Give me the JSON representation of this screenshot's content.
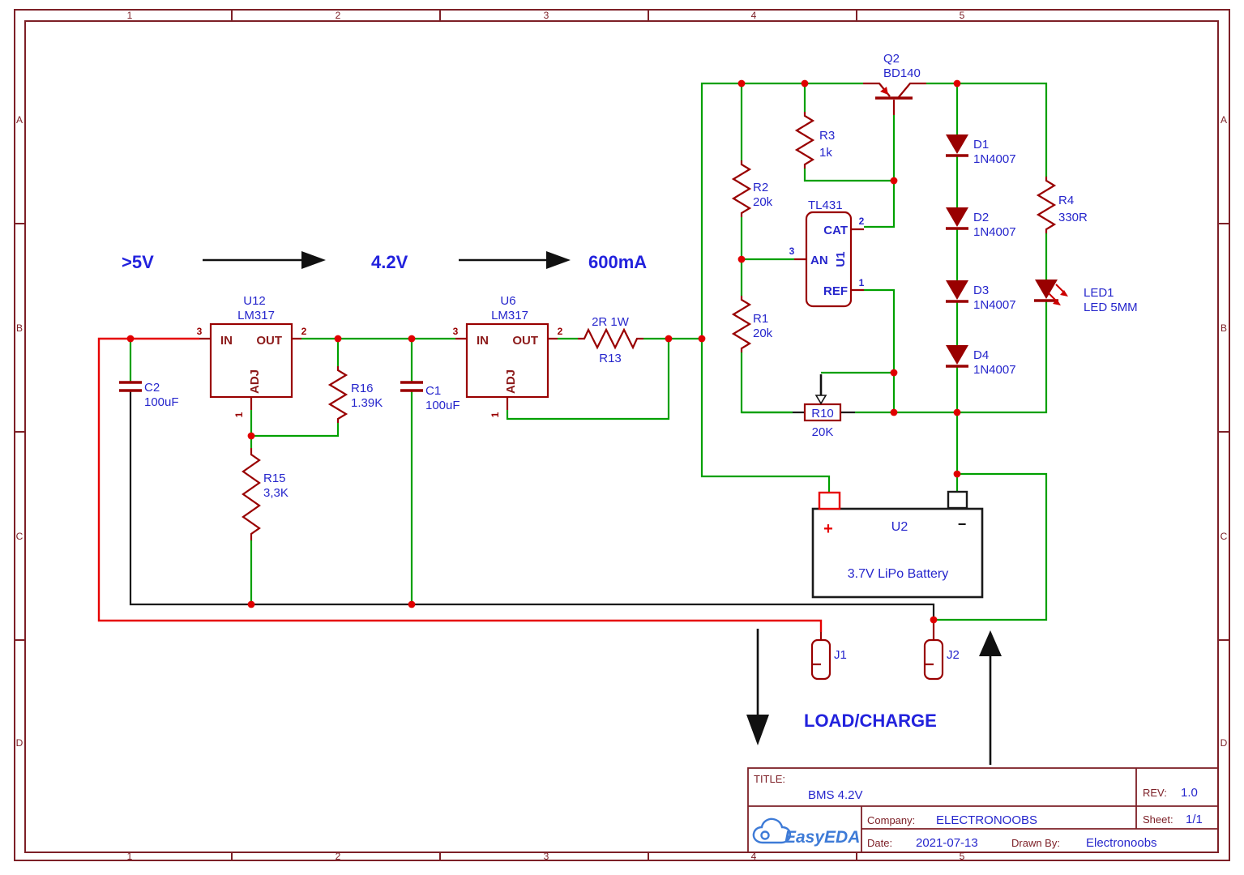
{
  "colors": {
    "wire_green": "#00a000",
    "wire_red": "#e60000",
    "wire_black": "#1a1a1a",
    "symbol_red": "#990000",
    "junction_red": "#e00000",
    "label_blue": "#2626cc",
    "frame_maroon": "#7d2027",
    "logo_blue": "#3e7bd7"
  },
  "frame": {
    "cols": [
      "1",
      "2",
      "3",
      "4",
      "5"
    ],
    "rows": [
      "A",
      "B",
      "C",
      "D"
    ]
  },
  "flow": {
    "input": ">5V",
    "regulated": "4.2V",
    "current": "600mA",
    "load": "LOAD/CHARGE"
  },
  "comp": {
    "u12": {
      "ref": "U12",
      "val": "LM317",
      "p_in": "IN",
      "p_out": "OUT",
      "p_adj": "ADJ",
      "n_in": "3",
      "n_out": "2",
      "n_adj": "1"
    },
    "u6": {
      "ref": "U6",
      "val": "LM317",
      "p_in": "IN",
      "p_out": "OUT",
      "p_adj": "ADJ",
      "n_in": "3",
      "n_out": "2",
      "n_adj": "1"
    },
    "c2": {
      "ref": "C2",
      "val": "100uF"
    },
    "c1": {
      "ref": "C1",
      "val": "100uF"
    },
    "r16": {
      "ref": "R16",
      "val": "1.39K"
    },
    "r15": {
      "ref": "R15",
      "val": "3,3K"
    },
    "r13": {
      "ref": "R13",
      "val": "2R 1W"
    },
    "r2": {
      "ref": "R2",
      "val": "20k"
    },
    "r1": {
      "ref": "R1",
      "val": "20k"
    },
    "r3": {
      "ref": "R3",
      "val": "1k"
    },
    "r4": {
      "ref": "R4",
      "val": "330R"
    },
    "r10": {
      "ref": "R10",
      "val": "20K"
    },
    "q2": {
      "ref": "Q2",
      "val": "BD140"
    },
    "u1": {
      "ref": "U1",
      "val": "TL431",
      "p_cat": "CAT",
      "p_an": "AN",
      "p_ref": "REF",
      "n_cat": "2",
      "n_an": "3",
      "n_ref": "1"
    },
    "d1": {
      "ref": "D1",
      "val": "1N4007"
    },
    "d2": {
      "ref": "D2",
      "val": "1N4007"
    },
    "d3": {
      "ref": "D3",
      "val": "1N4007"
    },
    "d4": {
      "ref": "D4",
      "val": "1N4007"
    },
    "led1": {
      "ref": "LED1",
      "val": "LED 5MM"
    },
    "u2": {
      "ref": "U2",
      "val": "3.7V LiPo Battery",
      "plus": "+",
      "minus": "−"
    },
    "j1": {
      "ref": "J1"
    },
    "j2": {
      "ref": "J2"
    }
  },
  "title_block": {
    "title_label": "TITLE:",
    "title": "BMS 4.2V",
    "rev_label": "REV:",
    "rev": "1.0",
    "company_label": "Company:",
    "company": "ELECTRONOOBS",
    "sheet_label": "Sheet:",
    "sheet": "1/1",
    "date_label": "Date:",
    "date": "2021-07-13",
    "drawn_by_label": "Drawn By:",
    "drawn_by": "Electronoobs",
    "logo": "EasyEDA"
  }
}
